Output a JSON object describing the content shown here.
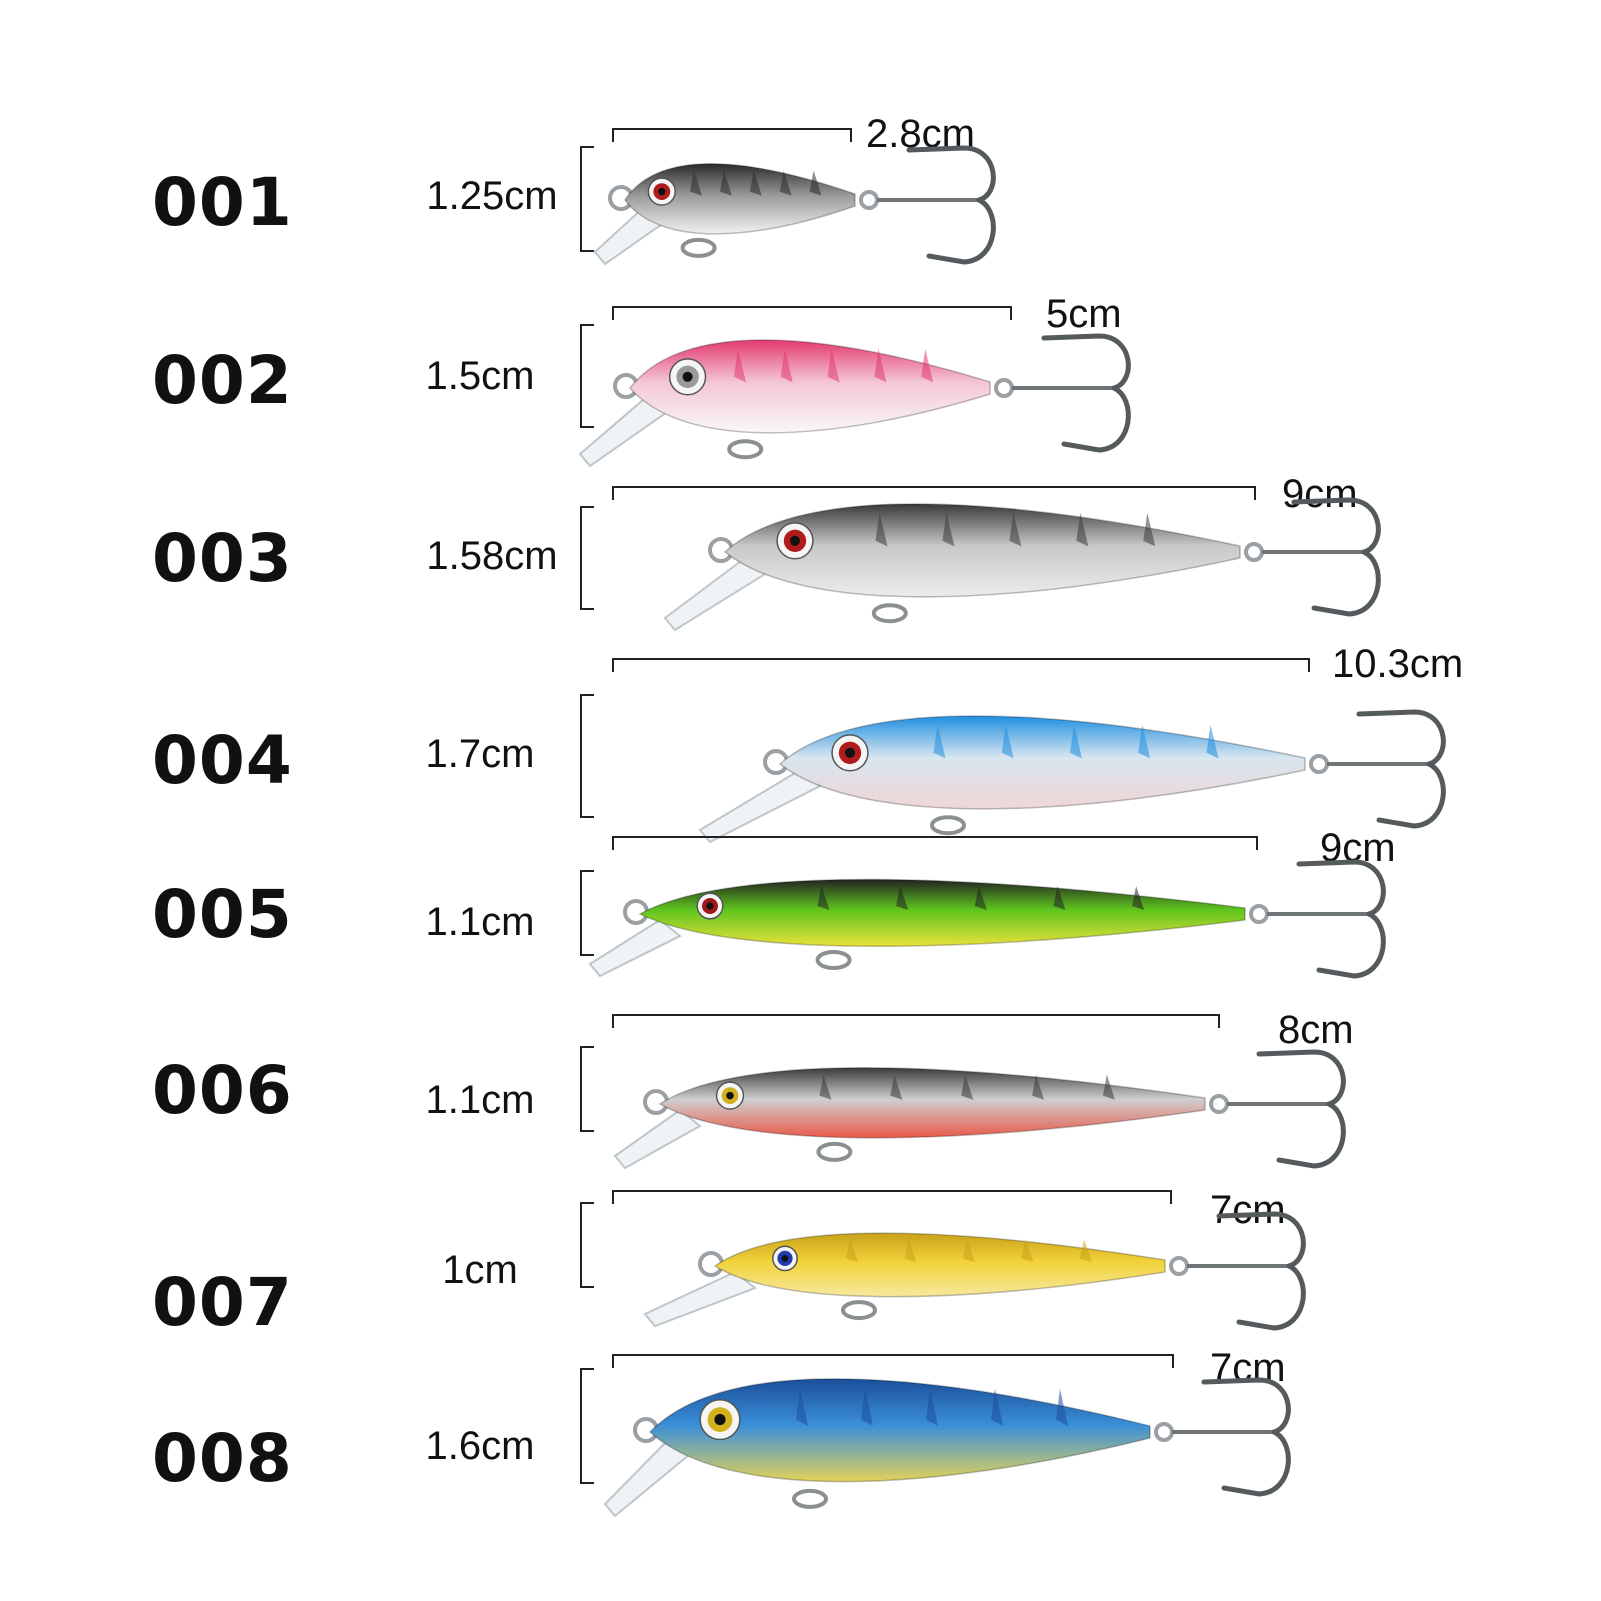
{
  "lures": [
    {
      "code": "001",
      "height": "1.25cm",
      "length": "2.8cm",
      "colors": {
        "top": "#2b2b2b",
        "mid": "#9a9a9a",
        "belly": "#f2f2f2",
        "eye": "#b01c1c"
      }
    },
    {
      "code": "002",
      "height": "1.5cm",
      "length": "5cm",
      "colors": {
        "top": "#e23a6e",
        "mid": "#f4c5d6",
        "belly": "#f8f8f8",
        "eye": "#9a9a9a"
      }
    },
    {
      "code": "003",
      "height": "1.58cm",
      "length": "9cm",
      "colors": {
        "top": "#3a3a3a",
        "mid": "#c8c8c8",
        "belly": "#ececec",
        "eye": "#b01c1c"
      }
    },
    {
      "code": "004",
      "height": "1.7cm",
      "length": "10.3cm",
      "colors": {
        "top": "#1f8fe0",
        "mid": "#d8e6ef",
        "belly": "#f0d6d6",
        "eye": "#b01c1c"
      }
    },
    {
      "code": "005",
      "height": "1.1cm",
      "length": "9cm",
      "colors": {
        "top": "#222222",
        "mid": "#5ec41e",
        "belly": "#e8e23a",
        "eye": "#a01818"
      }
    },
    {
      "code": "006",
      "height": "1.1cm",
      "length": "8cm",
      "colors": {
        "top": "#3a3a3a",
        "mid": "#cfcfcf",
        "belly": "#e85a4a",
        "eye": "#d4b020"
      }
    },
    {
      "code": "007",
      "height": "1cm",
      "length": "7cm",
      "colors": {
        "top": "#c8a21a",
        "mid": "#f2d23a",
        "belly": "#f7e9a0",
        "eye": "#1f3bb0"
      }
    },
    {
      "code": "008",
      "height": "1.6cm",
      "length": "7cm",
      "colors": {
        "top": "#1b4f9a",
        "mid": "#3a8fd8",
        "belly": "#e3d25a",
        "eye": "#d4b020"
      }
    }
  ]
}
